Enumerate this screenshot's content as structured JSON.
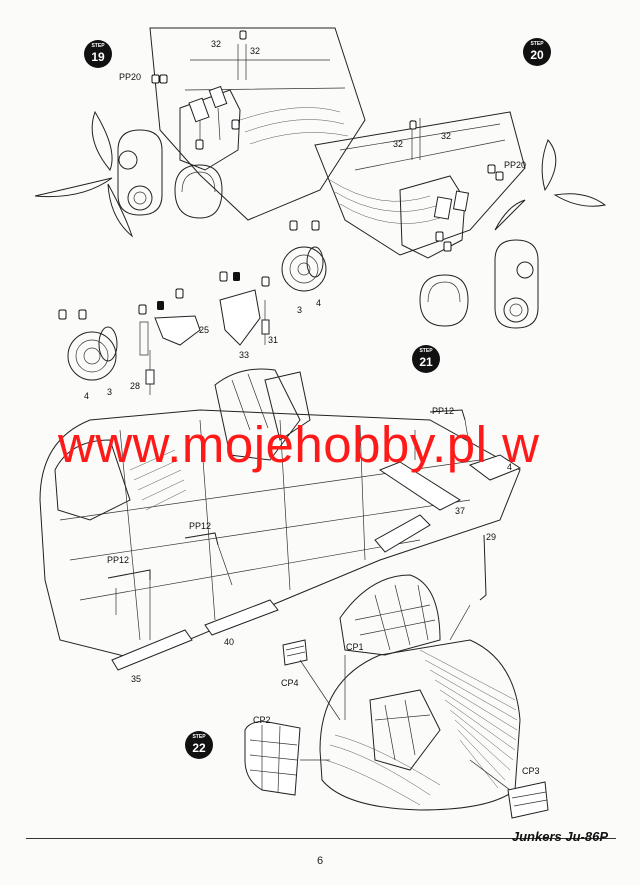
{
  "steps": [
    {
      "word": "STEP",
      "number": "19"
    },
    {
      "word": "STEP",
      "number": "20"
    },
    {
      "word": "STEP",
      "number": "21"
    },
    {
      "word": "STEP",
      "number": "22"
    }
  ],
  "part_labels": {
    "s19_32a": "32",
    "s19_32b": "32",
    "s19_pp20": "PP20",
    "s20_32a": "32",
    "s20_32b": "32",
    "s20_pp20": "PP20",
    "wheel_left_4": "4",
    "wheel_left_3": "3",
    "wheel_left_28": "28",
    "wheel_left_25": "25",
    "wheel_right_33": "33",
    "wheel_right_31": "31",
    "wheel_right_3": "3",
    "wheel_right_4": "4",
    "s21_pp12_top": "PP12",
    "s21_37": "37",
    "s21_4": "4",
    "s21_pp12_mid": "PP12",
    "s21_pp12_left": "PP12",
    "s21_40": "40",
    "s21_35": "35",
    "s22_29": "29",
    "s22_cp1": "CP1",
    "s22_cp4": "CP4",
    "s22_cp2": "CP2",
    "s22_cp3": "CP3"
  },
  "watermark": "www.mojehobby.pl w",
  "footer": {
    "title": "Junkers Ju-86P",
    "page_number": "6"
  }
}
